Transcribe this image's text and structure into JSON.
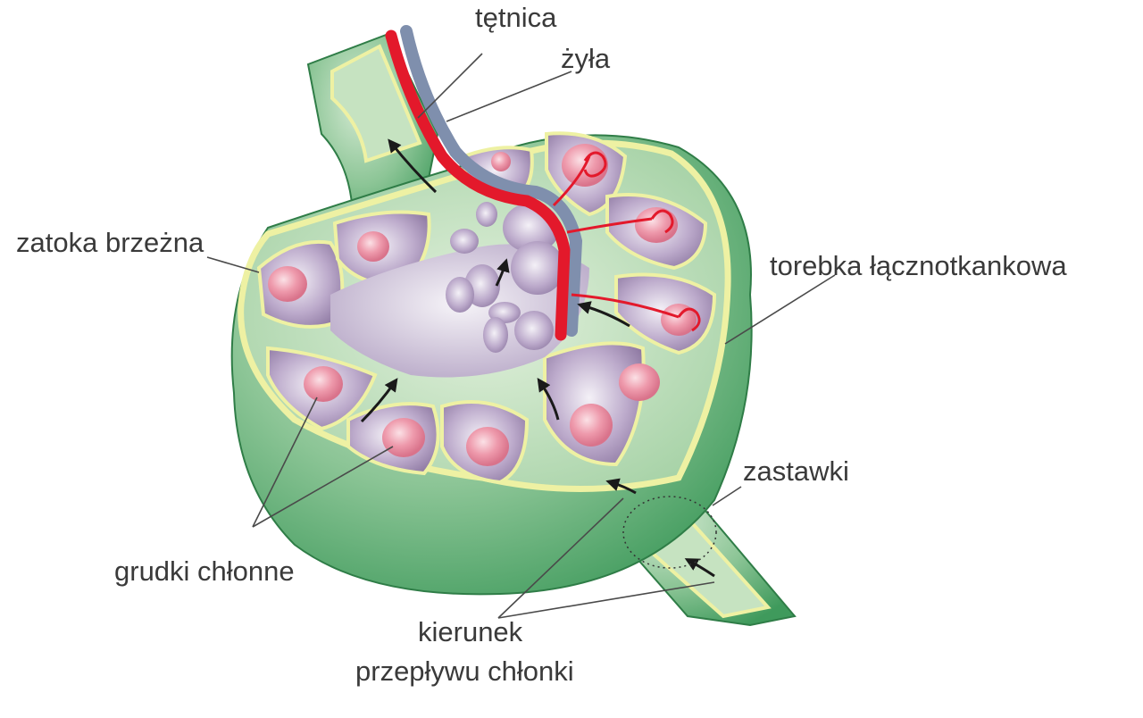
{
  "labels": {
    "artery": "tętnica",
    "vein": "żyła",
    "marginal_sinus": "zatoka brzeżna",
    "capsule": "torebka łącznotkankowa",
    "valves": "zastawki",
    "follicles": "grudki chłonne",
    "flow_line1": "kierunek",
    "flow_line2": "przepływu chłonki"
  },
  "colors": {
    "capsule_green": "#5fae76",
    "sinus_light": "#c9e3c6",
    "sinus_edge": "#f0f2a8",
    "cortex_purple": "#a893b8",
    "medulla_light": "#e8e3ee",
    "follicle_pink": "#e5889e",
    "artery_red": "#e3192b",
    "vein_blue": "#7f8fad",
    "arrow": "#1a1a1a",
    "leader": "#4a4a4a"
  }
}
